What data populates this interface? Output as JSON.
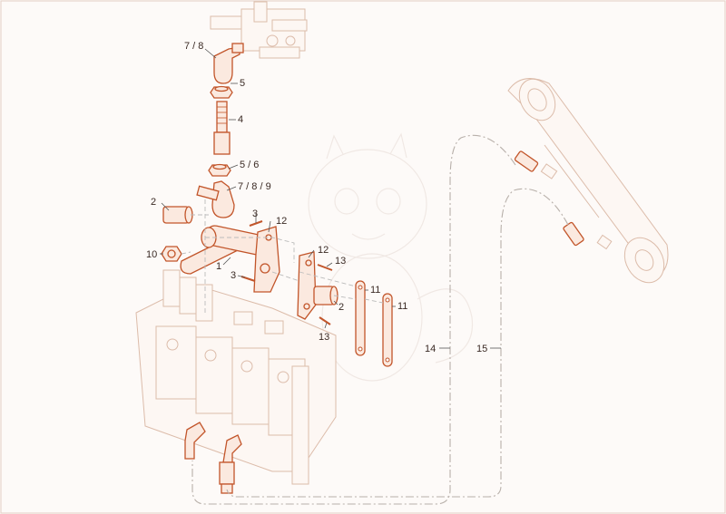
{
  "diagram": {
    "labels": {
      "l_78_top": "7 / 8",
      "l_5_top": "5",
      "l_4": "4",
      "l_56": "5 / 6",
      "l_789": "7 / 8 / 9",
      "l_2_left": "2",
      "l_3_top": "3",
      "l_12_a": "12",
      "l_10": "10",
      "l_1": "1",
      "l_3_low": "3",
      "l_12_b": "12",
      "l_13_a": "13",
      "l_2_right": "2",
      "l_13_b": "13",
      "l_11_a": "11",
      "l_11_b": "11",
      "l_14": "14",
      "l_15": "15"
    },
    "colors": {
      "part_stroke": "#c2552a",
      "part_fill": "#fbe9df",
      "ghost_stroke": "#dcbcaa",
      "label": "#3a2a24",
      "background": "#fdfaf8"
    }
  }
}
